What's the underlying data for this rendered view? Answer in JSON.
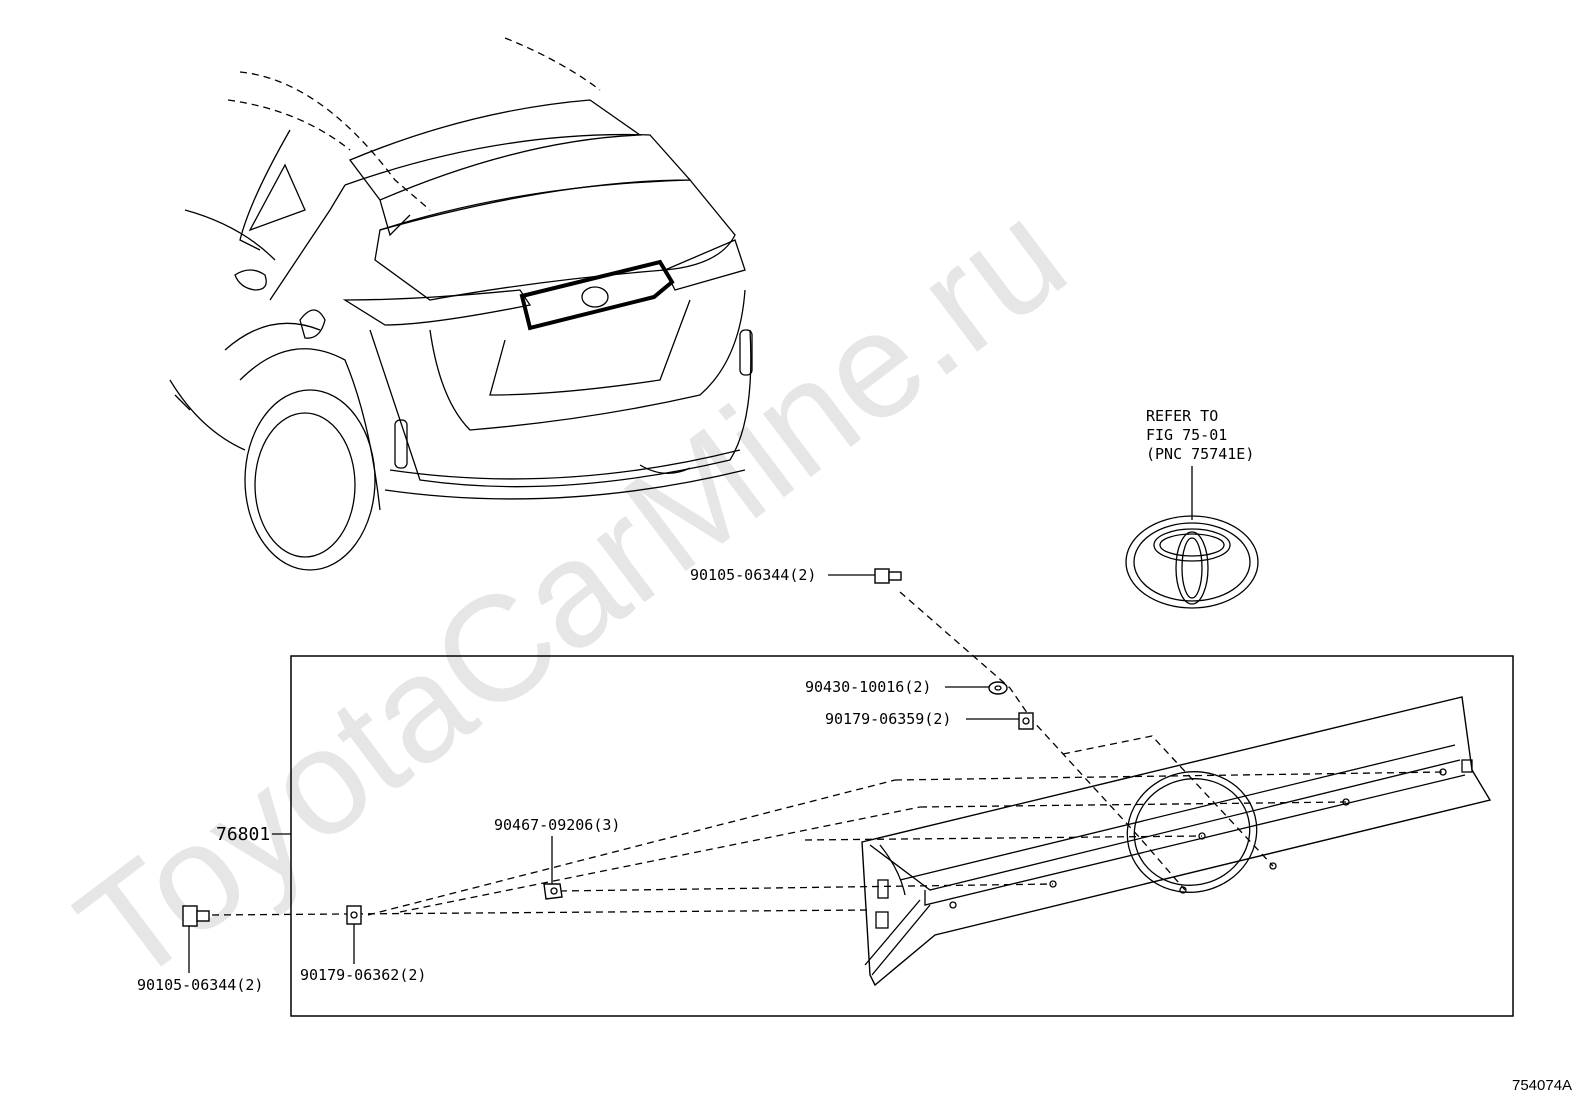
{
  "watermark": "ToyotaCarMine.ru",
  "reference": {
    "line1": "REFER TO",
    "line2": "FIG 75-01",
    "line3": "(PNC 75741E)"
  },
  "parts": {
    "bolt_top": "90105-06344(2)",
    "washer": "90430-10016(2)",
    "nut_top": "90179-06359(2)",
    "clip": "90467-09206(3)",
    "assembly": "76801",
    "nut_bottom": "90179-06362(2)",
    "bolt_bottom": "90105-06344(2)"
  },
  "figure_number": "754074A"
}
